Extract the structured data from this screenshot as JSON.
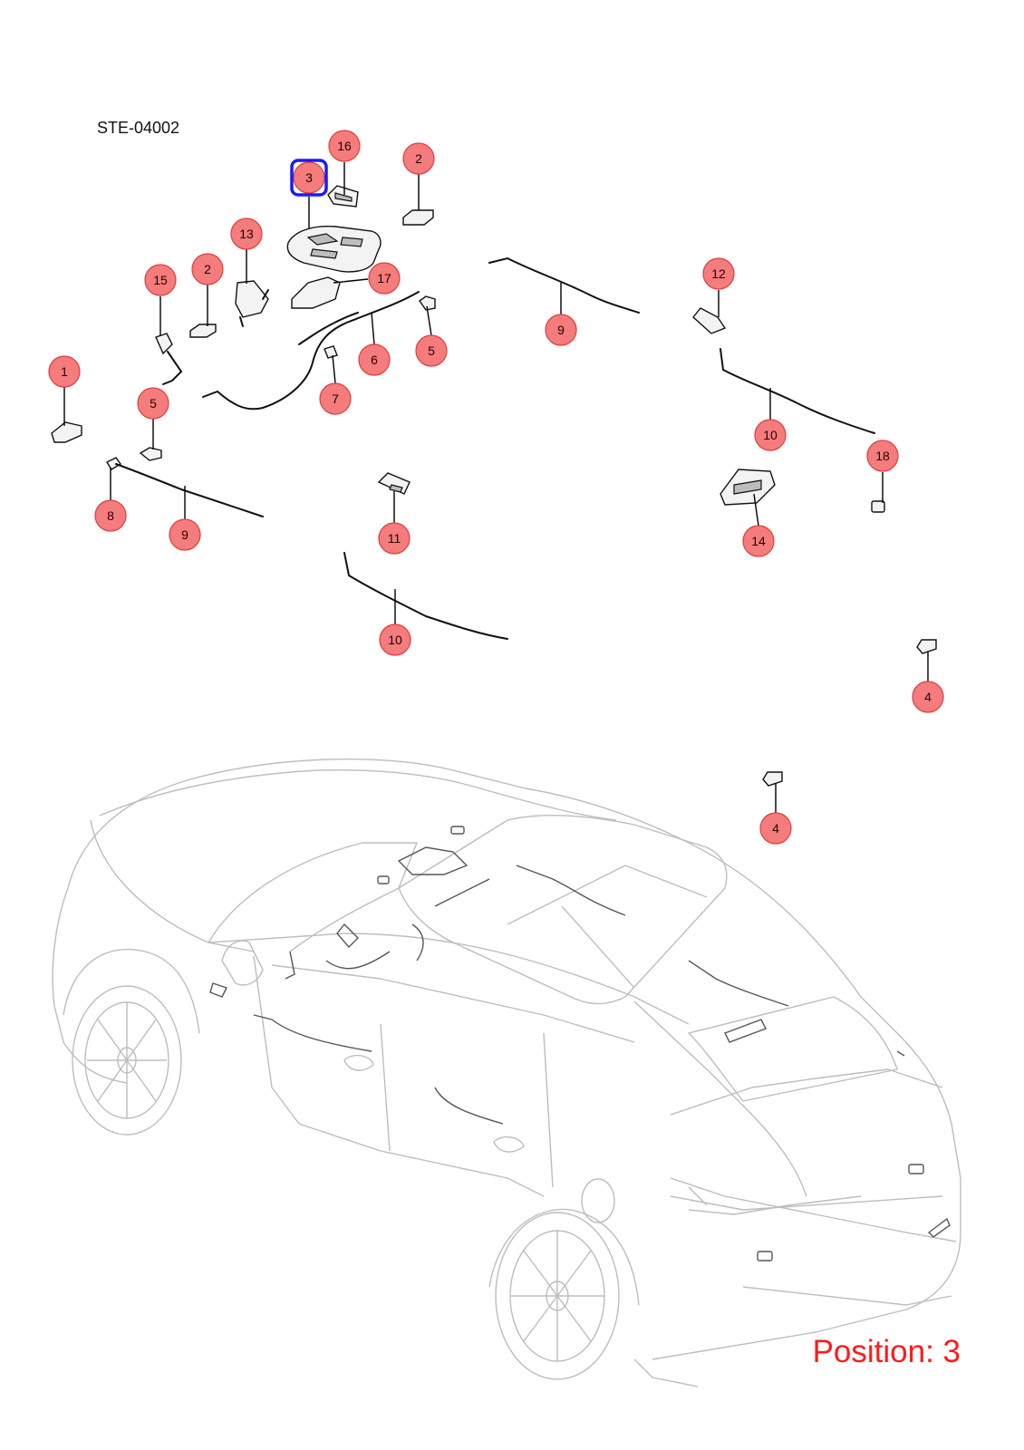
{
  "diagram_id": "STE-04002",
  "position_label": "Position: 3",
  "selected_callout": "3",
  "callouts": [
    "1",
    "2",
    "2",
    "3",
    "4",
    "4",
    "5",
    "5",
    "6",
    "7",
    "8",
    "9",
    "9",
    "10",
    "10",
    "11",
    "12",
    "13",
    "14",
    "15",
    "16",
    "17",
    "18"
  ],
  "colors": {
    "callout_fill": "#f47c7c",
    "callout_stroke": "#e23b3b",
    "selected_highlight": "#1a1aff",
    "position_text": "#ff1a1a",
    "car_outline": "#bdbdbd"
  }
}
